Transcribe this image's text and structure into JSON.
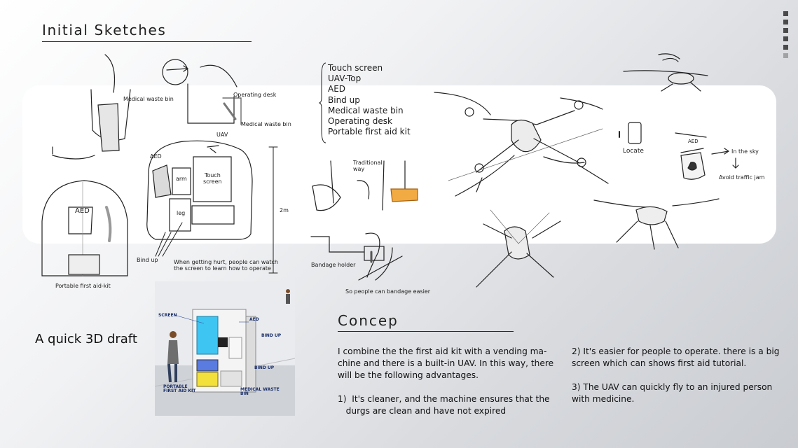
{
  "header": {
    "title": "Initial Sketches"
  },
  "sketch_labels": {
    "medical_waste_bin_1": "Medical waste bin",
    "operating_desk": "Operating desk",
    "medical_waste_bin_2": "Medical waste bin",
    "uav": "UAV",
    "aed_side": "AED",
    "arm": "arm",
    "touch_screen": "Touch\nscreen",
    "leg": "leg",
    "height": "2m",
    "aed_front": "AED",
    "portable_kit": "Portable first aid-kit",
    "bind_up": "Bind up",
    "getting_hurt": "When getting hurt, people can watch\nthe screen to learn how to operate",
    "traditional_way": "Traditional\nway",
    "bandage_holder": "Bandage holder",
    "bandage_easier": "So people can bandage easier",
    "locate": "Locate",
    "in_the_sky": "In the sky",
    "avoid_traffic": "Avoid traffic jam",
    "aed_drone": "AED"
  },
  "feature_list": [
    "Touch screen",
    "UAV-Top",
    "AED",
    "Bind up",
    "Medical waste bin",
    "Operating desk",
    "Portable first aid kit"
  ],
  "draft": {
    "title": "A quick 3D draft",
    "labels": {
      "screen": "SCREEN",
      "aed": "AED",
      "bind_up_1": "BIND UP",
      "bind_up_2": "BIND UP",
      "portable": "PORTABLE\nFIRST AID KIT",
      "waste": "MEDICAL WASTE\nBIN"
    }
  },
  "concept": {
    "title": "Concep",
    "intro": "I combine the the first aid kit with a vending ma-\nchine and there is a built-in UAV. In this way, there\nwill be the following advantages.",
    "point1": "1)  It's cleaner, and the machine ensures that the\n   durgs are clean and have not expired",
    "point2": "2) It's easier for people to operate. there is a big\nscreen which can shows first aid tutorial.",
    "point3": "3) The UAV can quickly fly to an injured person\nwith medicine."
  },
  "colors": {
    "accent_blue": "#3ec5f2",
    "band": "#ffffff",
    "text": "#1c1c1c"
  }
}
